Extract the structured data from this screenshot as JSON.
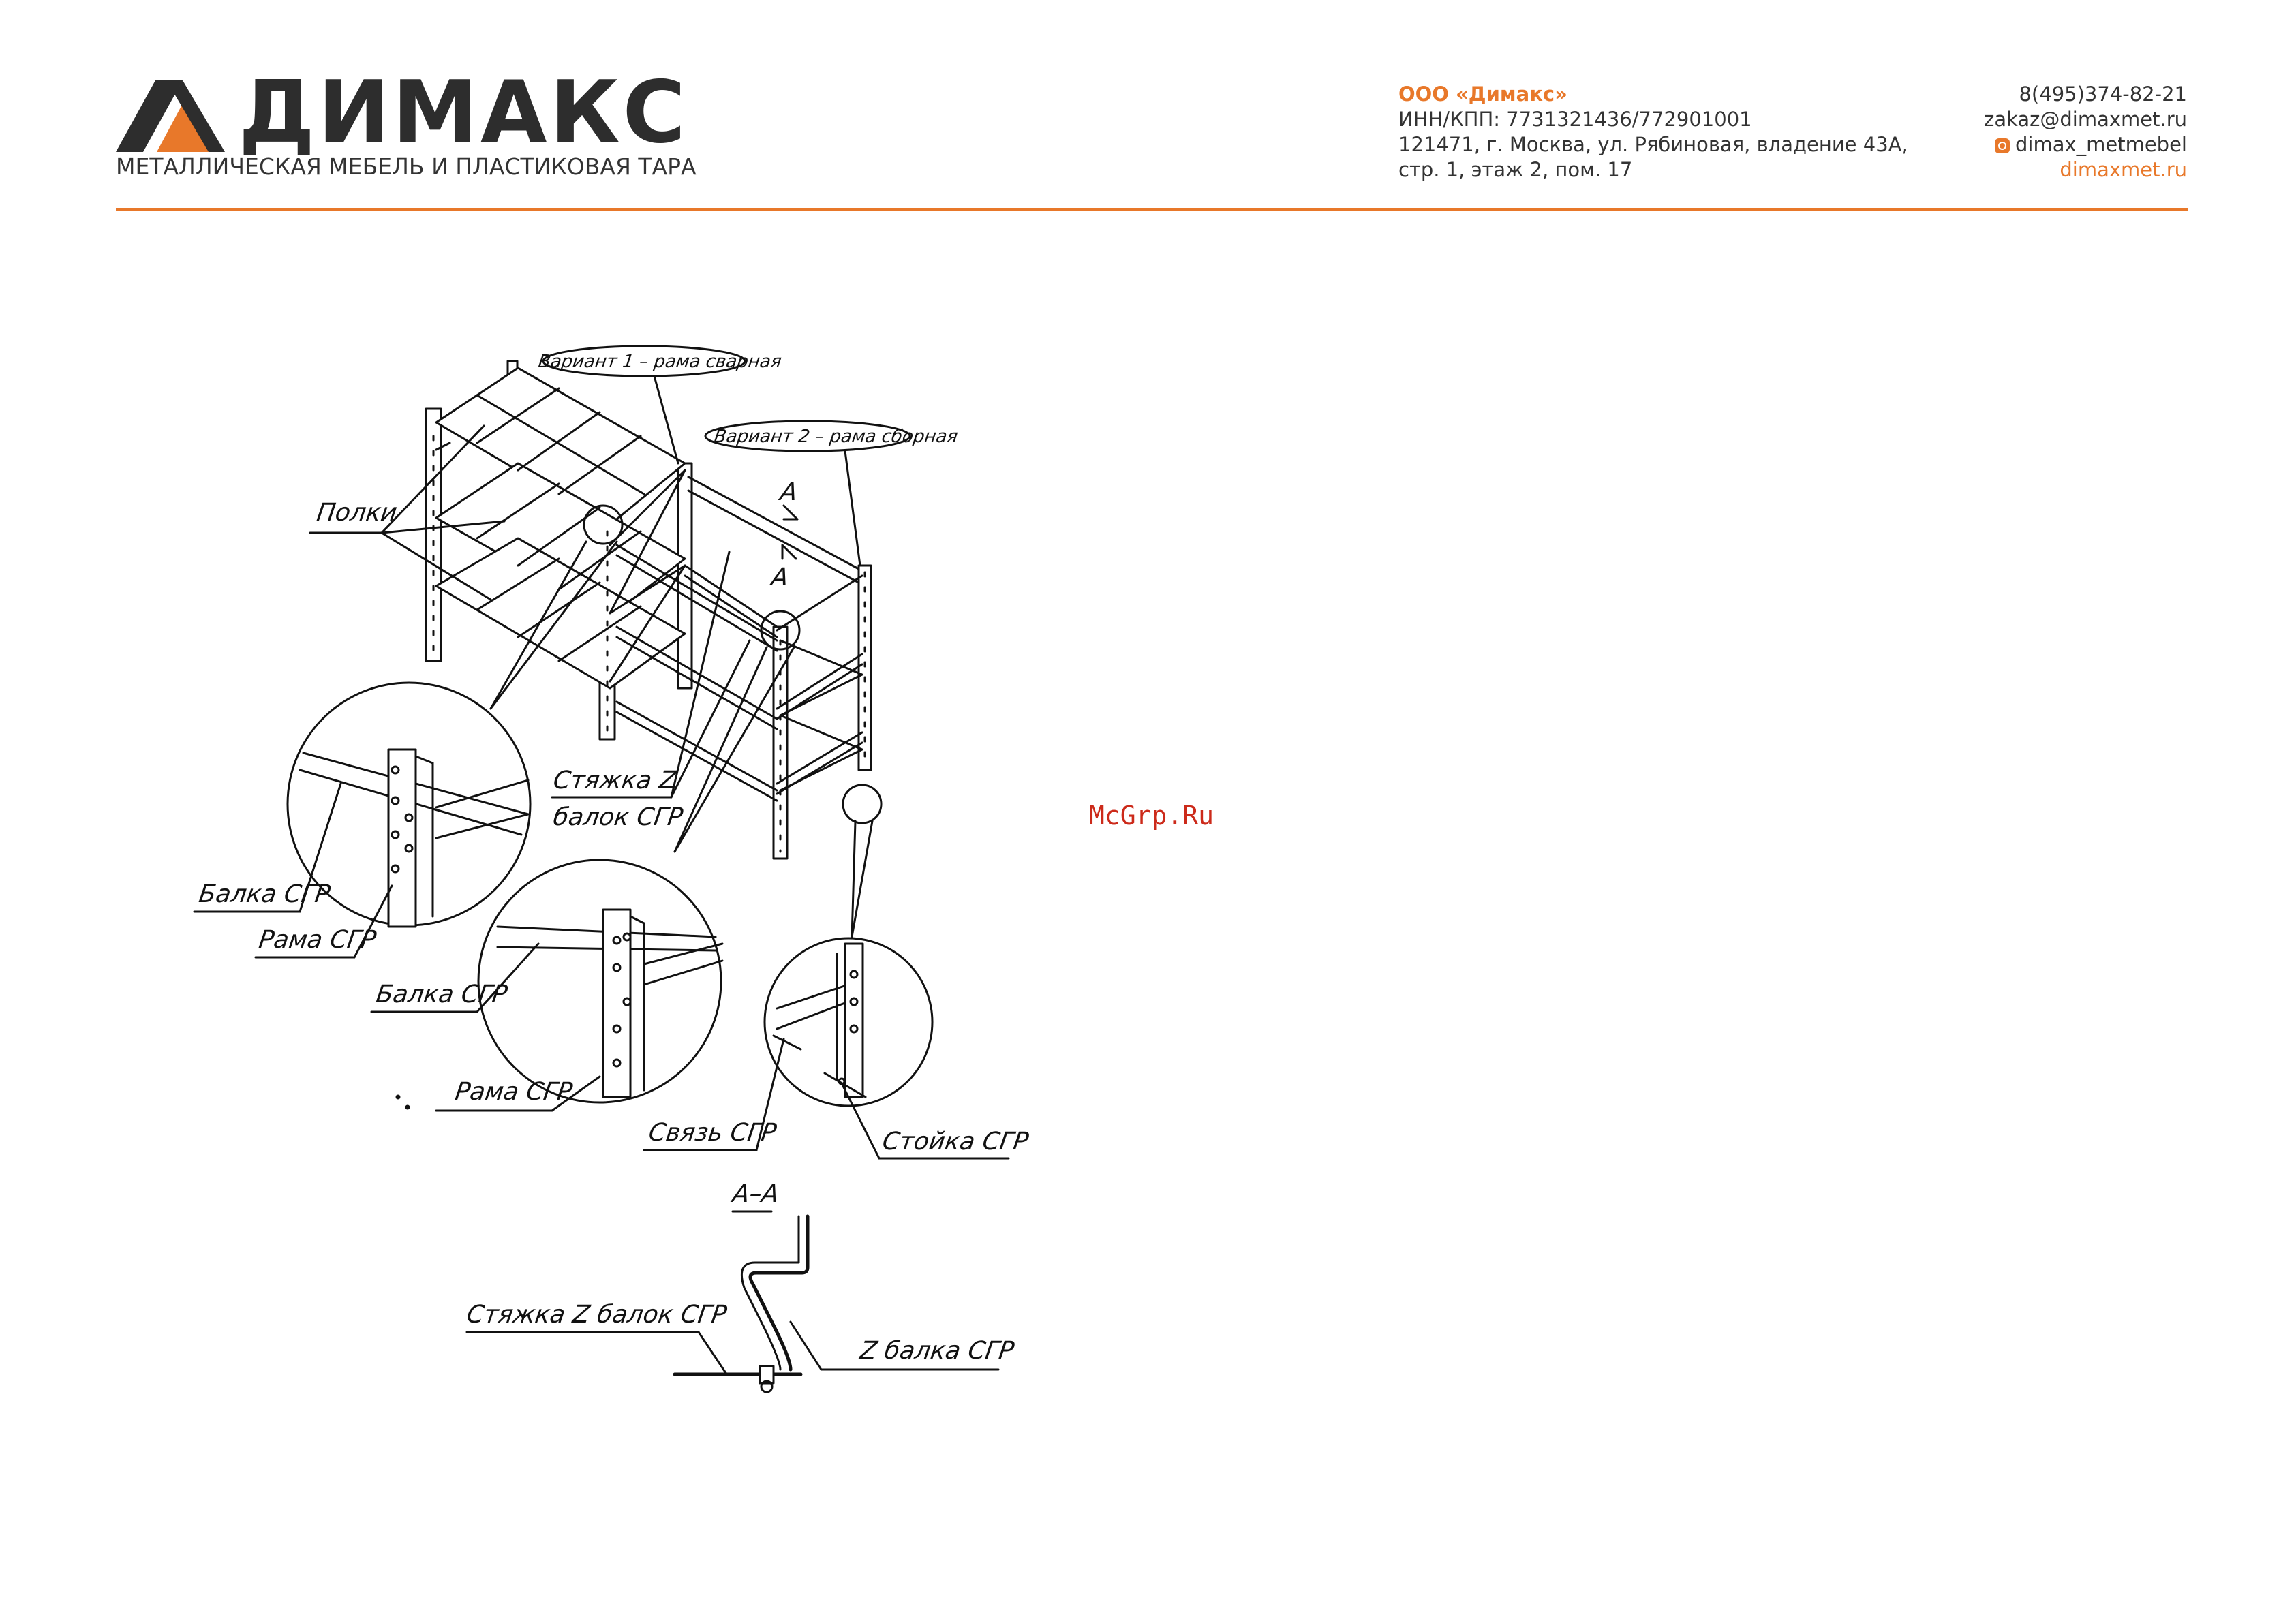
{
  "header": {
    "brand": "ДИМАКС",
    "tagline": "МЕТАЛЛИЧЕСКАЯ МЕБЕЛЬ И ПЛАСТИКОВАЯ ТАРА",
    "company_name": "ООО «Димакс»",
    "inn": "ИНН/КПП: 7731321436/772901001",
    "address_line1": "121471, г. Москва, ул. Рябиновая, владение 43А,",
    "address_line2": "стр. 1, этаж 2, пом. 17",
    "phone": "8(495)374-82-21",
    "email": "zakaz@dimaxmet.ru",
    "instagram": "dimax_metmebel",
    "website": "dimaxmet.ru",
    "accent_color": "#e8782a"
  },
  "watermark": "McGrp.Ru",
  "drawing": {
    "variant1": "Вариант 1 – рама сварная",
    "variant2": "Вариант 2 – рама сборная",
    "shelves": "Полки",
    "section_mark_top": "А",
    "section_mark_bottom": "А",
    "tie_line1": "Стяжка Z",
    "tie_line2": "балок СГР",
    "beam1": "Балка СГР",
    "frame1": "Рама СГР",
    "beam2": "Балка СГР",
    "frame2": "Рама СГР",
    "link": "Связь СГР",
    "post": "Стойка СГР",
    "section_title": "А–А",
    "section_tie": "Стяжка Z балок СГР",
    "section_beam": "Z балка СГР"
  }
}
